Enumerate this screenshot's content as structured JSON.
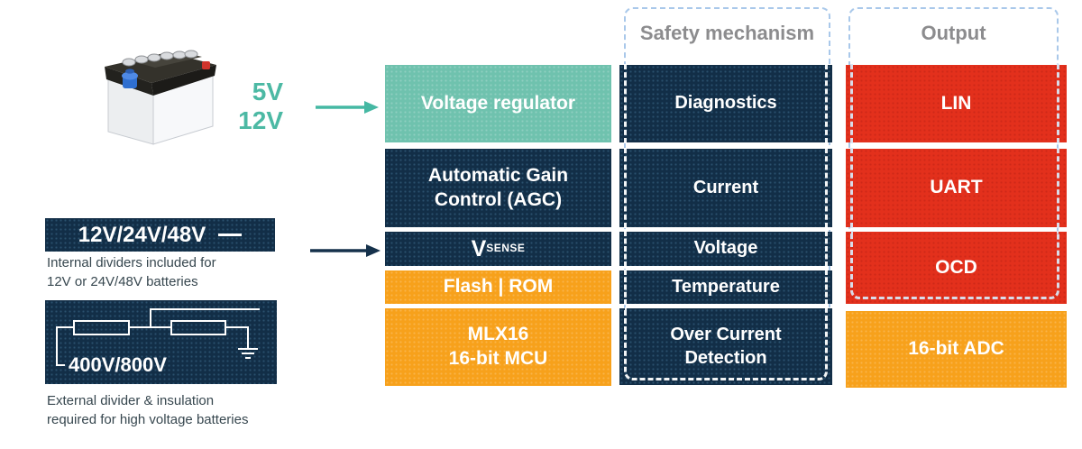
{
  "inputs": {
    "direct": {
      "lines": [
        "5V",
        "12V"
      ]
    },
    "divided": {
      "label": "12V/24V/48V",
      "caption": [
        "Internal dividers included for",
        "12V or 24V/48V batteries"
      ]
    },
    "external": {
      "label": "400V/800V",
      "caption": [
        "External divider & insulation",
        "required for high voltage batteries"
      ]
    }
  },
  "chip": {
    "boxes": [
      {
        "label": "Voltage regulator"
      },
      {
        "lines": [
          "Automatic Gain",
          "Control (AGC)"
        ]
      },
      {
        "main": "V",
        "sub": "SENSE"
      },
      {
        "label": "Flash | ROM"
      },
      {
        "lines": [
          "MLX16",
          "16-bit MCU"
        ]
      }
    ]
  },
  "safety": {
    "header": "Safety mechanism",
    "boxes": [
      {
        "label": "Diagnostics"
      },
      {
        "label": "Current"
      },
      {
        "label": "Voltage"
      },
      {
        "label": "Temperature"
      },
      {
        "lines": [
          "Over Current",
          "Detection"
        ]
      }
    ]
  },
  "output": {
    "header": "Output",
    "boxes": [
      {
        "label": "LIN"
      },
      {
        "label": "UART"
      },
      {
        "label": "OCD"
      },
      {
        "label": "16-bit ADC"
      }
    ]
  },
  "colors": {
    "navy": "#122E47",
    "teal_box": "#6FC2AE",
    "teal_text": "#4CB9A4",
    "teal_arrow": "#45B8A3",
    "orange": "#F7A11B",
    "red": "#E3301C",
    "header_gray": "#8C8C8E",
    "dash_blue": "#A9C8EA",
    "caption_text": "#37474F"
  }
}
